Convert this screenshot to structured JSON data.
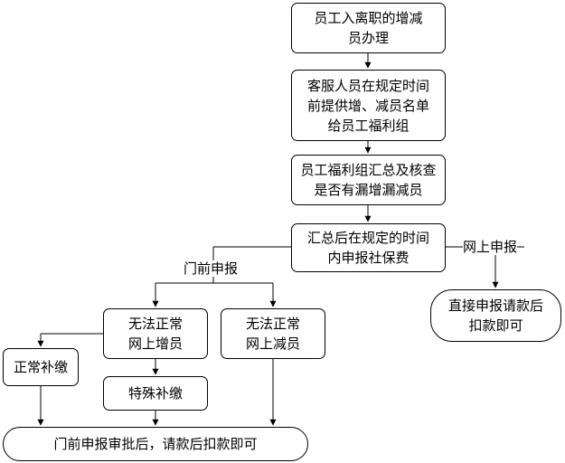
{
  "nodes": {
    "n1": "员工入离职的增减\n员办理",
    "n2": "客服人员在规定时间\n前提供增、减员名单\n给员工福利组",
    "n3": "员工福利组汇总及核查\n是否有漏增漏减员",
    "n4": "汇总后在规定的时间\n内申报社保费",
    "online_result": "直接申报请款后\n扣款即可",
    "fail_add": "无法正常\n网上增员",
    "fail_remove": "无法正常\n网上减员",
    "normal_payment": "正常补缴",
    "special_payment": "特殊补缴",
    "final": "门前申报审批后，请款后扣款即可"
  },
  "labels": {
    "online": "网上申报",
    "counter": "门前申报"
  },
  "colors": {
    "line": "#000000",
    "box_border": "#000000",
    "background": "#ffffff"
  }
}
